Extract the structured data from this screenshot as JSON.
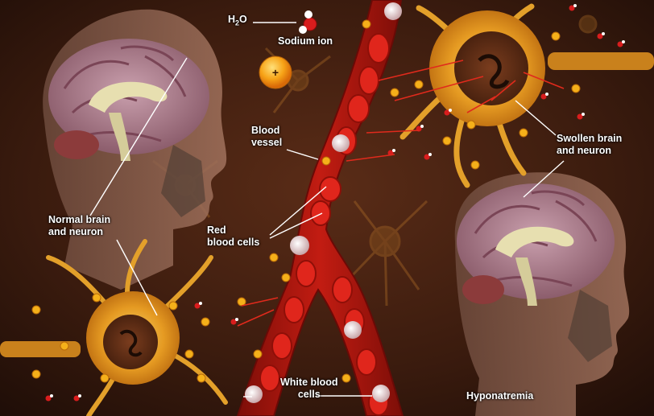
{
  "labels": {
    "water": {
      "main": "H",
      "sub": "2",
      "end": "O"
    },
    "sodium_ion": "Sodium ion",
    "blood_vessel": {
      "line1": "Blood",
      "line2": "vessel"
    },
    "normal": {
      "line1": "Normal brain",
      "line2": "and neuron"
    },
    "red_cells": {
      "line1": "Red",
      "line2": "blood cells"
    },
    "swollen": {
      "line1": "Swollen brain",
      "line2": "and neuron"
    },
    "white_cells": {
      "line1": "White blood",
      "line2": "cells"
    },
    "condition": "Hyponatremia",
    "sodium_symbol": "+"
  },
  "colors": {
    "background": "#2a140c",
    "vessel": "#b3160f",
    "red_cell": "#e0261c",
    "white_cell": "#e8d9da",
    "neuron": "#e8a526",
    "brain": "#b78a98",
    "sodium": "#f5a416",
    "water_o": "#d81d1d",
    "label": "#ffffff"
  }
}
